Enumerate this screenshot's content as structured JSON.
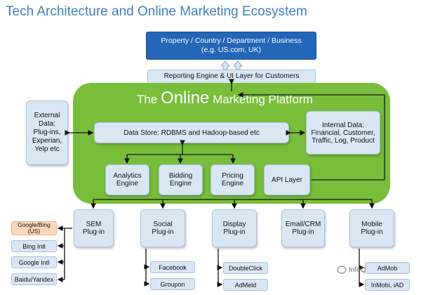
{
  "title": "Tech Architecture and Online Marketing Ecosystem",
  "property": {
    "line1": "Property / Country / Department / Business",
    "line2": "(e.g. US.com, UK)"
  },
  "reporting": "Reporting Engine & UI Layer for Customers",
  "platform": {
    "pre": "The",
    "big": "Online",
    "post": "Marketing Platform"
  },
  "external": "External Data: Plug-ins, Experian, Yelp etc",
  "datastore": "Data Store: RDBMS and Hadoop-based etc",
  "internal": "Internal Data: Financial, Customer, Traffic, Log, Product",
  "engines": {
    "analytics": "Analytics Engine",
    "bidding": "Bidding Engine",
    "pricing": "Pricing Engine",
    "api": "API Layer"
  },
  "plugins": {
    "sem": "SEM Plug-in",
    "social": "Social Plug-in",
    "display": "Display Plug-in",
    "email": "Email/CRM Plug-in",
    "mobile": "Mobile Plug-in"
  },
  "sem_children": [
    "Google/Bing (US)",
    "Bing Intl",
    "Google Intl",
    "Baidu/Yandex"
  ],
  "social_children": [
    "Facebook",
    "Groupon"
  ],
  "display_children": [
    "DoubleClick",
    "AdMeld"
  ],
  "mobile_children": [
    "AdMob",
    "InMobi, iAD"
  ],
  "watermark": "InfoQ",
  "colors": {
    "title": "#3f7fc0",
    "header_box": "#2466b8",
    "platform": "#78be3a",
    "light_box": "#d9e7f5",
    "orange_box": "#fbd7b8"
  }
}
